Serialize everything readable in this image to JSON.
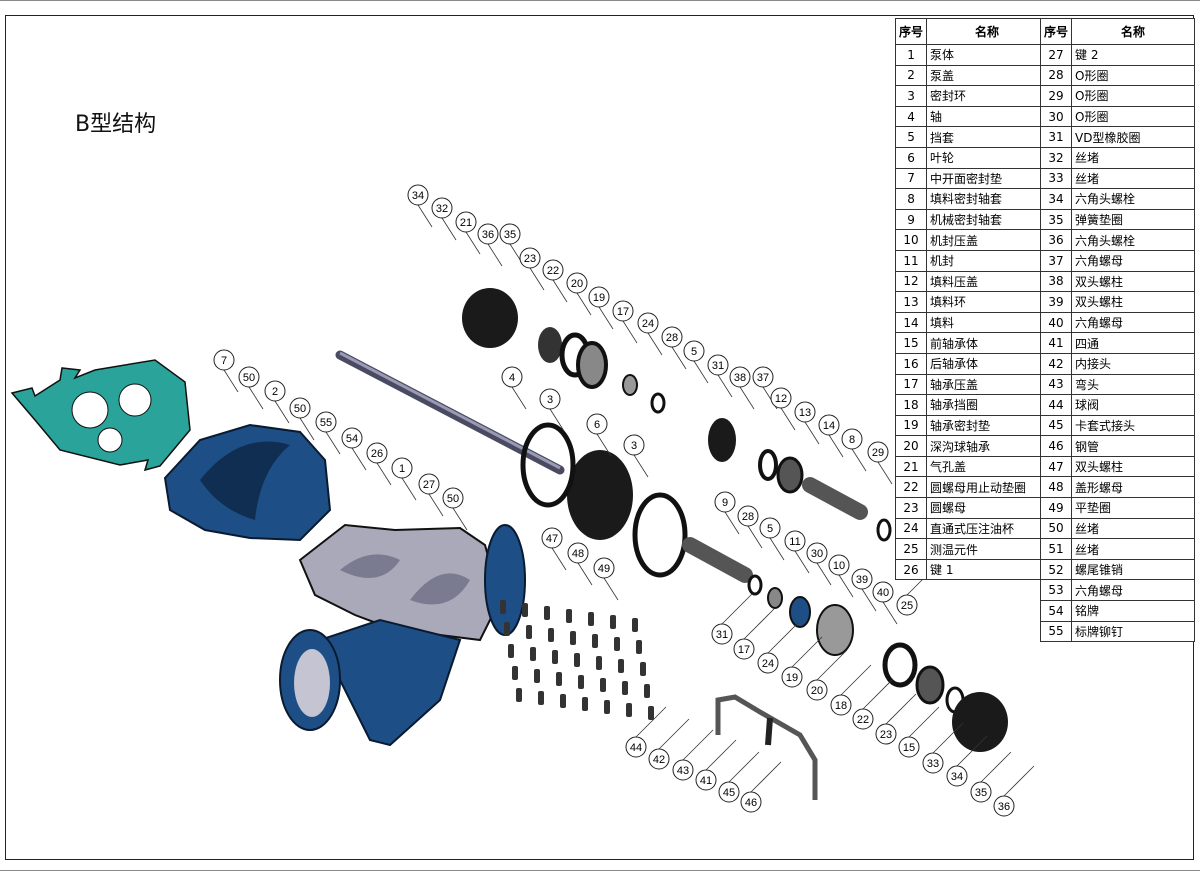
{
  "title": "B型结构",
  "table": {
    "headers": {
      "no": "序号",
      "name": "名称"
    },
    "left": [
      {
        "no": "1",
        "name": "泵体"
      },
      {
        "no": "2",
        "name": "泵盖"
      },
      {
        "no": "3",
        "name": "密封环"
      },
      {
        "no": "4",
        "name": "轴"
      },
      {
        "no": "5",
        "name": "挡套"
      },
      {
        "no": "6",
        "name": "叶轮"
      },
      {
        "no": "7",
        "name": "中开面密封垫"
      },
      {
        "no": "8",
        "name": "填料密封轴套"
      },
      {
        "no": "9",
        "name": "机械密封轴套"
      },
      {
        "no": "10",
        "name": "机封压盖"
      },
      {
        "no": "11",
        "name": "机封"
      },
      {
        "no": "12",
        "name": "填料压盖"
      },
      {
        "no": "13",
        "name": "填料环"
      },
      {
        "no": "14",
        "name": "填料"
      },
      {
        "no": "15",
        "name": "前轴承体"
      },
      {
        "no": "16",
        "name": "后轴承体"
      },
      {
        "no": "17",
        "name": "轴承压盖"
      },
      {
        "no": "18",
        "name": "轴承挡圈"
      },
      {
        "no": "19",
        "name": "轴承密封垫"
      },
      {
        "no": "20",
        "name": "深沟球轴承"
      },
      {
        "no": "21",
        "name": "气孔盖"
      },
      {
        "no": "22",
        "name": "圆螺母用止动垫圈"
      },
      {
        "no": "23",
        "name": "圆螺母"
      },
      {
        "no": "24",
        "name": "直通式压注油杯"
      },
      {
        "no": "25",
        "name": "测温元件"
      },
      {
        "no": "26",
        "name": "键 1"
      }
    ],
    "right": [
      {
        "no": "27",
        "name": "键 2"
      },
      {
        "no": "28",
        "name": "O形圈"
      },
      {
        "no": "29",
        "name": "O形圈"
      },
      {
        "no": "30",
        "name": "O形圈"
      },
      {
        "no": "31",
        "name": "VD型橡胶圈"
      },
      {
        "no": "32",
        "name": "丝堵"
      },
      {
        "no": "33",
        "name": "丝堵"
      },
      {
        "no": "34",
        "name": "六角头螺栓"
      },
      {
        "no": "35",
        "name": "弹簧垫圈"
      },
      {
        "no": "36",
        "name": "六角头螺栓"
      },
      {
        "no": "37",
        "name": "六角螺母"
      },
      {
        "no": "38",
        "name": "双头螺柱"
      },
      {
        "no": "39",
        "name": "双头螺柱"
      },
      {
        "no": "40",
        "name": "六角螺母"
      },
      {
        "no": "41",
        "name": "四通"
      },
      {
        "no": "42",
        "name": "内接头"
      },
      {
        "no": "43",
        "name": "弯头"
      },
      {
        "no": "44",
        "name": "球阀"
      },
      {
        "no": "45",
        "name": "卡套式接头"
      },
      {
        "no": "46",
        "name": "钢管"
      },
      {
        "no": "47",
        "name": "双头螺柱"
      },
      {
        "no": "48",
        "name": "盖形螺母"
      },
      {
        "no": "49",
        "name": "平垫圈"
      },
      {
        "no": "50",
        "name": "丝堵"
      },
      {
        "no": "51",
        "name": "丝堵"
      },
      {
        "no": "52",
        "name": "螺尾锥销"
      },
      {
        "no": "53",
        "name": "六角螺母"
      },
      {
        "no": "54",
        "name": "铭牌"
      },
      {
        "no": "55",
        "name": "标牌铆钉"
      }
    ]
  },
  "callouts": [
    "34",
    "32",
    "21",
    "36",
    "35",
    "23",
    "22",
    "20",
    "19",
    "17",
    "24",
    "28",
    "5",
    "31",
    "38",
    "37",
    "12",
    "13",
    "14",
    "8",
    "29",
    "7",
    "50",
    "2",
    "50",
    "55",
    "54",
    "26",
    "4",
    "3",
    "6",
    "3",
    "1",
    "27",
    "50",
    "9",
    "28",
    "5",
    "11",
    "30",
    "10",
    "39",
    "40",
    "25",
    "47",
    "48",
    "49",
    "31",
    "17",
    "24",
    "19",
    "20",
    "18",
    "22",
    "23",
    "15",
    "33",
    "34",
    "35",
    "36",
    "44",
    "42",
    "43",
    "41",
    "45",
    "46"
  ],
  "colors": {
    "casing": "#1d4f86",
    "casing_dark": "#0f2e52",
    "gasket": "#2aa39a",
    "metal": "#a8a8b8",
    "black": "#1a1a1a"
  }
}
